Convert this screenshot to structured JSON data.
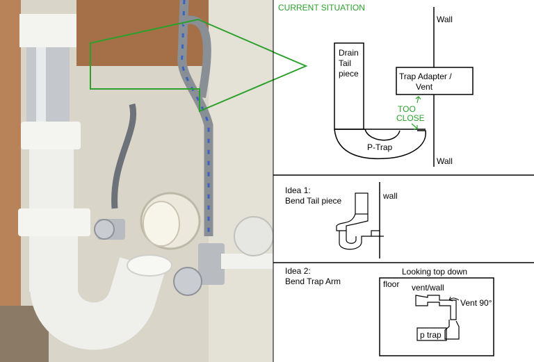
{
  "colors": {
    "callout_green": "#2ca02c",
    "line_black": "#000000",
    "wall_beige": "#d8d4c8",
    "cabinet_wood": "#b9835a",
    "pvc_white": "#f2f2ef",
    "chrome": "#b8bcc0"
  },
  "photo": {
    "subject": "under-sink plumbing photo"
  },
  "current": {
    "title": "CURRENT SITUATION",
    "wall_top": "Wall",
    "wall_bottom": "Wall",
    "tail_line1": "Drain",
    "tail_line2": "Tail",
    "tail_line3": "piece",
    "adapter_line1": "Trap Adapter /",
    "adapter_line2": "Vent",
    "too_line1": "TOO",
    "too_line2": "CLOSE",
    "ptrap": "P-Trap"
  },
  "idea1": {
    "line1": "Idea 1:",
    "line2": "Bend Tail piece",
    "wall": "wall"
  },
  "idea2": {
    "line1": "Idea 2:",
    "line2": "Bend Trap Arm",
    "view": "Looking top down",
    "floor": "floor",
    "ventwall": "vent/wall",
    "vent90": "Vent 90°",
    "ptrap": "p trap"
  }
}
